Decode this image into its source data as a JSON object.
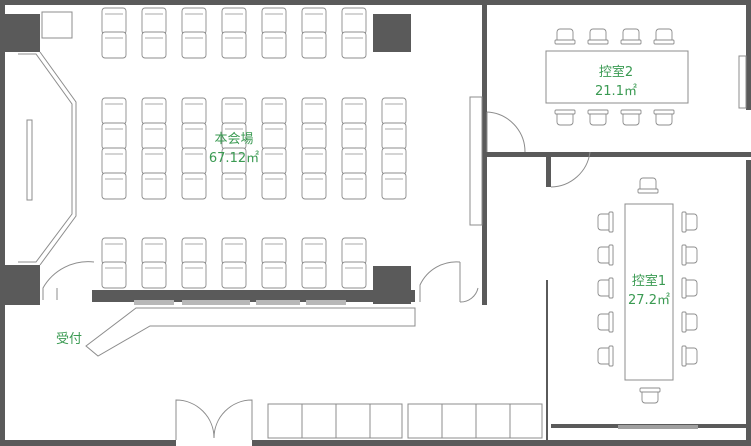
{
  "rooms": {
    "main_hall": {
      "name": "本会場",
      "area": "67.12㎡"
    },
    "waiting_room_2": {
      "name": "控室2",
      "area": "21.1㎡"
    },
    "waiting_room_1": {
      "name": "控室1",
      "area": "27.2㎡"
    },
    "reception": {
      "name": "受付"
    }
  },
  "colors": {
    "wall": "#5a5a5a",
    "label": "#3a9a52",
    "line": "#8c8c8c",
    "floor": "#ffffff"
  }
}
